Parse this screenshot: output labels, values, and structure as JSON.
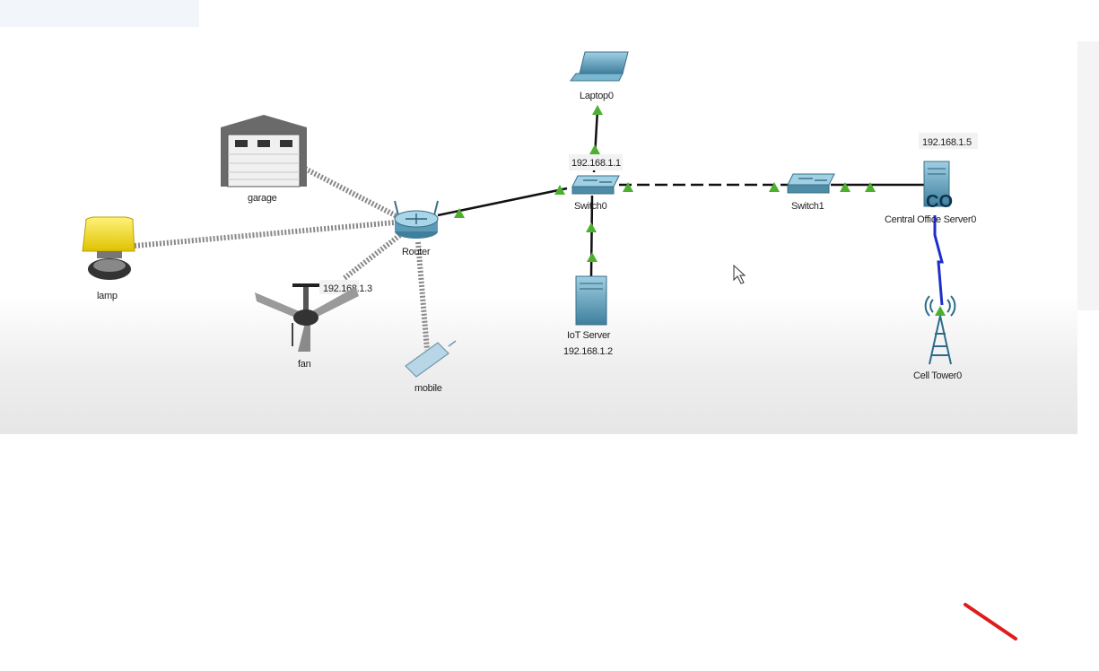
{
  "workspace": {
    "devices": [
      {
        "id": "laptop0",
        "label": "Laptop0"
      },
      {
        "id": "switch0",
        "label": "Switch0",
        "ip": "192.168.1.1"
      },
      {
        "id": "switch1",
        "label": "Switch1"
      },
      {
        "id": "central-office-server0",
        "label": "Central Office Server0",
        "ip": "192.168.1.5",
        "badge": "CO"
      },
      {
        "id": "cell-tower0",
        "label": "Cell Tower0"
      },
      {
        "id": "router",
        "label": "Router"
      },
      {
        "id": "garage",
        "label": "garage"
      },
      {
        "id": "lamp",
        "label": "lamp"
      },
      {
        "id": "fan",
        "label": "fan",
        "ip": "192.168.1.3"
      },
      {
        "id": "mobile",
        "label": "mobile"
      },
      {
        "id": "iot-server",
        "label": "IoT Server",
        "ip": "192.168.1.2"
      }
    ]
  },
  "colors": {
    "link_ethernet": "#111111",
    "link_wireless": "#777777",
    "link_serial": "#1d2fc9",
    "port_up": "#4caf2e",
    "device_blue": "#5b9bb8",
    "annotation_red": "#e01b1b"
  }
}
